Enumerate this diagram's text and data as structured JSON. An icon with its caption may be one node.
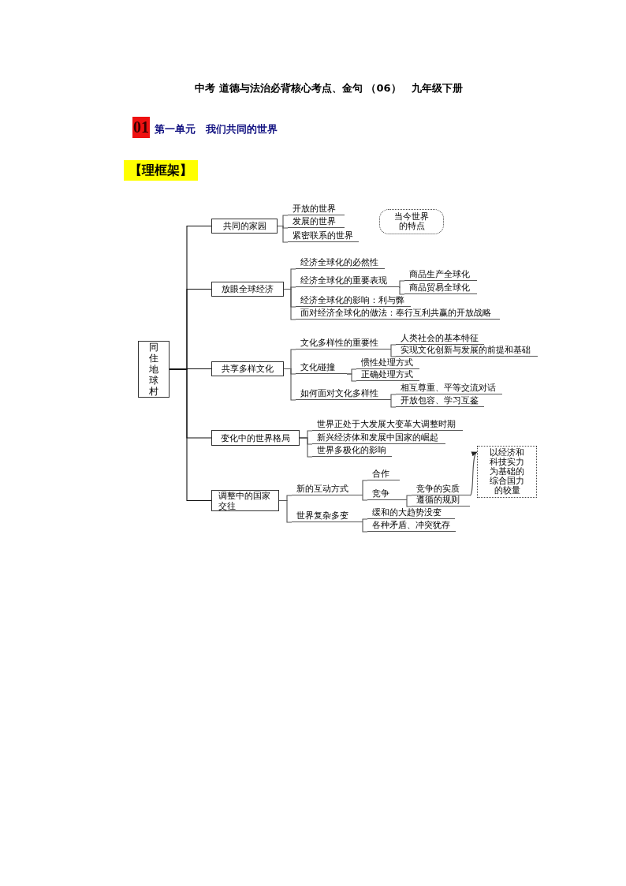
{
  "diagram": {
    "title": "中考 道德与法治必背核心考点、金句 （06）　九年级下册",
    "nodes": [
      {
        "text": [
          "同住地球村"
        ]
      },
      {
        "text": [
          "共同的家园"
        ]
      },
      {
        "text": [
          "开放的世界"
        ]
      },
      {
        "text": [
          "发展的世界"
        ]
      },
      {
        "text": [
          "紧密联系的世界"
        ]
      },
      {
        "text": [
          "当今世界的特点"
        ]
      },
      {
        "text": [
          "放眼全球经济"
        ]
      },
      {
        "text": [
          "经济全球化的必然性"
        ]
      },
      {
        "text": [
          "经济全球化的重要表现"
        ]
      },
      {
        "text": [
          "商品生产全球化"
        ]
      },
      {
        "text": [
          "商品贸易全球化"
        ]
      },
      {
        "text": [
          "经济全球化的影响：利与弊"
        ]
      },
      {
        "text": [
          "面对经济全球化的做法：奉行互利共赢的开放战略"
        ]
      },
      {
        "text": [
          "共享多样文化"
        ]
      },
      {
        "text": [
          "文化多样性的重要性"
        ]
      },
      {
        "text": [
          "人类社会的基本特征"
        ]
      },
      {
        "text": [
          "实现文化创新与发展的前提和基础"
        ]
      },
      {
        "text": [
          "文化碰撞"
        ]
      },
      {
        "text": [
          "惯性处理方式"
        ]
      },
      {
        "text": [
          "正确处理方式"
        ]
      },
      {
        "text": [
          "如何面对文化多样性"
        ]
      },
      {
        "text": [
          "相互尊重、平等交流对话"
        ]
      },
      {
        "text": [
          "开放包容、学习互鉴"
        ]
      },
      {
        "text": [
          "变化中的世界格局"
        ]
      },
      {
        "text": [
          "世界正处于大发展大变革大调整时期"
        ]
      },
      {
        "text": [
          "新兴经济体和发展中国家的崛起"
        ]
      },
      {
        "text": [
          "世界多极化的影响"
        ]
      },
      {
        "text": [
          "调整中的国家交往"
        ]
      },
      {
        "text": [
          "新的互动方式"
        ]
      },
      {
        "text": [
          "合作"
        ]
      },
      {
        "text": [
          "竞争"
        ]
      },
      {
        "text": [
          "竞争的实质"
        ]
      },
      {
        "text": [
          "遵循的规则"
        ]
      },
      {
        "text": [
          "以经济和科技实力为基础的综合国力的较量"
        ]
      },
      {
        "text": [
          "世界复杂多变"
        ]
      },
      {
        "text": [
          "缓和的大趋势没变"
        ]
      },
      {
        "text": [
          "各种矛盾、冲突犹存"
        ]
      }
    ],
    "edges": [
      {
        "from": 0,
        "to": 1,
        "arrow": "none"
      },
      {
        "from": 0,
        "to": 6,
        "arrow": "none"
      },
      {
        "from": 0,
        "to": 13,
        "arrow": "none"
      },
      {
        "from": 0,
        "to": 23,
        "arrow": "none"
      },
      {
        "from": 0,
        "to": 27,
        "arrow": "none"
      },
      {
        "from": 1,
        "to": 2,
        "arrow": "none"
      },
      {
        "from": 1,
        "to": 3,
        "arrow": "none"
      },
      {
        "from": 1,
        "to": 4,
        "arrow": "none"
      },
      {
        "from": 6,
        "to": 7,
        "arrow": "none"
      },
      {
        "from": 6,
        "to": 8,
        "arrow": "none"
      },
      {
        "from": 6,
        "to": 11,
        "arrow": "none"
      },
      {
        "from": 6,
        "to": 12,
        "arrow": "none"
      },
      {
        "from": 8,
        "to": 9,
        "arrow": "none"
      },
      {
        "from": 8,
        "to": 10,
        "arrow": "none"
      },
      {
        "from": 13,
        "to": 14,
        "arrow": "none"
      },
      {
        "from": 13,
        "to": 17,
        "arrow": "none"
      },
      {
        "from": 13,
        "to": 20,
        "arrow": "none"
      },
      {
        "from": 14,
        "to": 15,
        "arrow": "none"
      },
      {
        "from": 14,
        "to": 16,
        "arrow": "none"
      },
      {
        "from": 17,
        "to": 18,
        "arrow": "none"
      },
      {
        "from": 17,
        "to": 19,
        "arrow": "none"
      },
      {
        "from": 20,
        "to": 21,
        "arrow": "none"
      },
      {
        "from": 20,
        "to": 22,
        "arrow": "none"
      },
      {
        "from": 23,
        "to": 24,
        "arrow": "none"
      },
      {
        "from": 23,
        "to": 25,
        "arrow": "none"
      },
      {
        "from": 23,
        "to": 26,
        "arrow": "none"
      },
      {
        "from": 27,
        "to": 28,
        "arrow": "none"
      },
      {
        "from": 27,
        "to": 34,
        "arrow": "none"
      },
      {
        "from": 28,
        "to": 29,
        "arrow": "none"
      },
      {
        "from": 28,
        "to": 30,
        "arrow": "none"
      },
      {
        "from": 30,
        "to": 31,
        "arrow": "none"
      },
      {
        "from": 30,
        "to": 32,
        "arrow": "none"
      },
      {
        "from": 34,
        "to": 35,
        "arrow": "none"
      },
      {
        "from": 34,
        "to": 36,
        "arrow": "none"
      },
      {
        "from": 31,
        "to": 33,
        "arrow": "to"
      }
    ],
    "labels": [
      "01",
      "第一单元　我们共同的世界",
      "【理框架】"
    ]
  }
}
